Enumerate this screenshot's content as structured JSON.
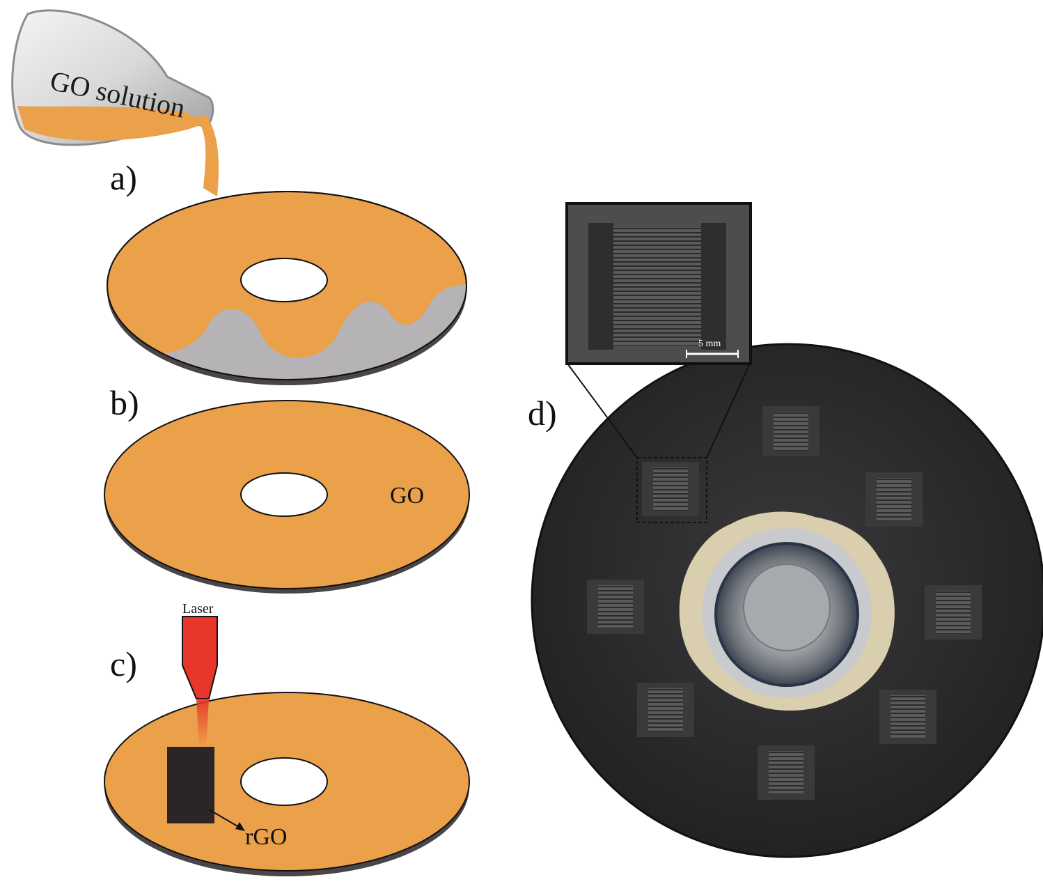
{
  "labels": {
    "flask": "GO solution",
    "panel_a": "a)",
    "panel_b": "b)",
    "panel_c": "c)",
    "panel_d": "d)",
    "go": "GO",
    "laser": "Laser",
    "rgo": "rGO",
    "scale_bar": "5 mm"
  },
  "colors": {
    "go_orange": "#EBA04A",
    "uncoated_gray": "#B6B3B6",
    "disc_shadow": "#4a4548",
    "laser_red": "#E8362A",
    "rgo_dark": "#2b2625",
    "photo_dark": "#2d2d2f"
  }
}
